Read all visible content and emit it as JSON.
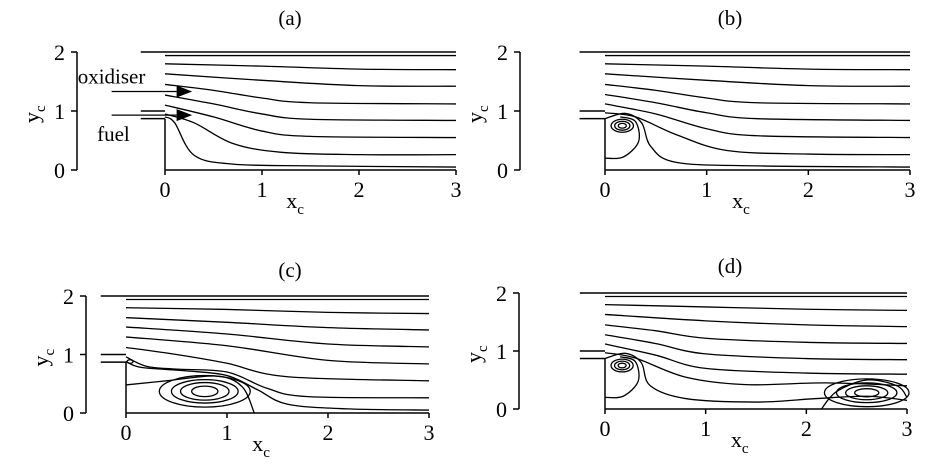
{
  "chart_data": [
    {
      "type": "streamline",
      "title": "(a)",
      "xlabel": "x",
      "xlabel_sub": "c",
      "ylabel": "y",
      "ylabel_sub": "c",
      "xticks": [
        "0",
        "1",
        "2",
        "3"
      ],
      "yticks": [
        "0",
        "1",
        "2"
      ],
      "xlim": [
        0,
        3
      ],
      "ylim": [
        0,
        2
      ],
      "annotations": [
        {
          "text": "oxidiser",
          "y": 1.33
        },
        {
          "text": "fuel",
          "y": 0.93
        }
      ],
      "streamlines": [
        [
          [
            0,
            1.94
          ],
          [
            3,
            1.94
          ]
        ],
        [
          [
            0,
            1.8
          ],
          [
            1,
            1.76
          ],
          [
            2,
            1.71
          ],
          [
            3,
            1.7
          ]
        ],
        [
          [
            0,
            1.63
          ],
          [
            1,
            1.52
          ],
          [
            2,
            1.43
          ],
          [
            3,
            1.42
          ]
        ],
        [
          [
            0,
            1.45
          ],
          [
            0.5,
            1.35
          ],
          [
            1,
            1.22
          ],
          [
            1.5,
            1.14
          ],
          [
            3,
            1.12
          ]
        ],
        [
          [
            0,
            1.27
          ],
          [
            0.5,
            1.12
          ],
          [
            1,
            0.95
          ],
          [
            1.5,
            0.86
          ],
          [
            3,
            0.84
          ]
        ],
        [
          [
            0,
            1.1
          ],
          [
            0.5,
            0.9
          ],
          [
            1,
            0.66
          ],
          [
            1.5,
            0.57
          ],
          [
            3,
            0.55
          ]
        ],
        [
          [
            0,
            0.95
          ],
          [
            0.3,
            0.8
          ],
          [
            0.7,
            0.45
          ],
          [
            1.2,
            0.3
          ],
          [
            2,
            0.26
          ],
          [
            3,
            0.26
          ]
        ],
        [
          [
            0,
            0.9
          ],
          [
            0.1,
            0.8
          ],
          [
            0.3,
            0.25
          ],
          [
            0.7,
            0.1
          ],
          [
            1.5,
            0.07
          ],
          [
            3,
            0.05
          ]
        ]
      ],
      "vortices": []
    },
    {
      "type": "streamline",
      "title": "(b)",
      "xlabel": "x",
      "xlabel_sub": "c",
      "ylabel": "y",
      "ylabel_sub": "c",
      "xticks": [
        "0",
        "1",
        "2",
        "3"
      ],
      "yticks": [
        "0",
        "1",
        "2"
      ],
      "xlim": [
        0,
        3
      ],
      "ylim": [
        0,
        2
      ],
      "annotations": [],
      "streamlines": [
        [
          [
            0,
            1.94
          ],
          [
            3,
            1.94
          ]
        ],
        [
          [
            0,
            1.8
          ],
          [
            1,
            1.76
          ],
          [
            2,
            1.71
          ],
          [
            3,
            1.7
          ]
        ],
        [
          [
            0,
            1.63
          ],
          [
            1,
            1.52
          ],
          [
            2,
            1.43
          ],
          [
            3,
            1.42
          ]
        ],
        [
          [
            0,
            1.45
          ],
          [
            0.5,
            1.35
          ],
          [
            1,
            1.22
          ],
          [
            1.5,
            1.14
          ],
          [
            3,
            1.12
          ]
        ],
        [
          [
            0,
            1.28
          ],
          [
            0.5,
            1.14
          ],
          [
            1,
            0.97
          ],
          [
            1.5,
            0.87
          ],
          [
            3,
            0.84
          ]
        ],
        [
          [
            0,
            1.12
          ],
          [
            0.5,
            0.95
          ],
          [
            1,
            0.7
          ],
          [
            1.5,
            0.58
          ],
          [
            3,
            0.55
          ]
        ],
        [
          [
            0,
            0.97
          ],
          [
            0.3,
            0.9
          ],
          [
            0.7,
            0.6
          ],
          [
            1.2,
            0.33
          ],
          [
            2,
            0.27
          ],
          [
            3,
            0.26
          ]
        ],
        [
          [
            0,
            0.87
          ],
          [
            0.2,
            0.96
          ],
          [
            0.36,
            0.8
          ],
          [
            0.45,
            0.4
          ],
          [
            0.7,
            0.13
          ],
          [
            1.5,
            0.07
          ],
          [
            3,
            0.05
          ]
        ],
        [
          [
            0,
            0.2
          ],
          [
            0.18,
            0.22
          ],
          [
            0.33,
            0.48
          ],
          [
            0.3,
            0.82
          ],
          [
            0.15,
            0.9
          ]
        ]
      ],
      "vortices": [
        {
          "cx": 0.17,
          "cy": 0.75,
          "rx": [
            0.11,
            0.075,
            0.04
          ],
          "ry": [
            0.11,
            0.075,
            0.04
          ]
        }
      ]
    },
    {
      "type": "streamline",
      "title": "(c)",
      "xlabel": "x",
      "xlabel_sub": "c",
      "ylabel": "y",
      "ylabel_sub": "c",
      "xticks": [
        "0",
        "1",
        "2",
        "3"
      ],
      "yticks": [
        "0",
        "1",
        "2"
      ],
      "xlim": [
        0,
        3
      ],
      "ylim": [
        0,
        2
      ],
      "annotations": [],
      "streamlines": [
        [
          [
            0,
            1.94
          ],
          [
            3,
            1.94
          ]
        ],
        [
          [
            0,
            1.8
          ],
          [
            1,
            1.77
          ],
          [
            2,
            1.72
          ],
          [
            3,
            1.7
          ]
        ],
        [
          [
            0,
            1.63
          ],
          [
            1,
            1.55
          ],
          [
            2,
            1.46
          ],
          [
            3,
            1.42
          ]
        ],
        [
          [
            0,
            1.47
          ],
          [
            1,
            1.35
          ],
          [
            2,
            1.18
          ],
          [
            3,
            1.13
          ]
        ],
        [
          [
            0,
            1.3
          ],
          [
            1,
            1.15
          ],
          [
            2,
            0.9
          ],
          [
            3,
            0.84
          ]
        ],
        [
          [
            0,
            1.12
          ],
          [
            0.5,
            1.0
          ],
          [
            1,
            0.85
          ],
          [
            1.6,
            0.62
          ],
          [
            3,
            0.55
          ]
        ],
        [
          [
            0,
            0.96
          ],
          [
            0.2,
            0.8
          ],
          [
            0.5,
            0.75
          ],
          [
            1.0,
            0.7
          ],
          [
            1.4,
            0.42
          ],
          [
            1.8,
            0.28
          ],
          [
            3,
            0.26
          ]
        ],
        [
          [
            0,
            0.88
          ],
          [
            0.15,
            0.78
          ],
          [
            0.6,
            0.72
          ],
          [
            1.0,
            0.64
          ],
          [
            1.3,
            0.4
          ],
          [
            1.6,
            0.15
          ],
          [
            2.2,
            0.07
          ],
          [
            3,
            0.05
          ]
        ],
        [
          [
            0,
            0.48
          ],
          [
            0.4,
            0.55
          ],
          [
            0.9,
            0.63
          ],
          [
            1.15,
            0.45
          ],
          [
            1.27,
            0
          ]
        ]
      ],
      "vortices": [
        {
          "cx": 0.78,
          "cy": 0.37,
          "rx": [
            0.45,
            0.33,
            0.24,
            0.13
          ],
          "ry": [
            0.27,
            0.2,
            0.15,
            0.09
          ]
        },
        {
          "cx": 0.04,
          "cy": 0.88,
          "rx": [
            0.03
          ],
          "ry": [
            0.03
          ]
        }
      ]
    },
    {
      "type": "streamline",
      "title": "(d)",
      "xlabel": "x",
      "xlabel_sub": "c",
      "ylabel": "y",
      "ylabel_sub": "c",
      "xticks": [
        "0",
        "1",
        "2",
        "3"
      ],
      "yticks": [
        "0",
        "1",
        "2"
      ],
      "xlim": [
        0,
        3
      ],
      "ylim": [
        0,
        2
      ],
      "annotations": [],
      "streamlines": [
        [
          [
            0,
            1.94
          ],
          [
            3,
            1.94
          ]
        ],
        [
          [
            0,
            1.8
          ],
          [
            1,
            1.76
          ],
          [
            2,
            1.72
          ],
          [
            3,
            1.7
          ]
        ],
        [
          [
            0,
            1.63
          ],
          [
            1,
            1.52
          ],
          [
            2,
            1.45
          ],
          [
            3,
            1.42
          ]
        ],
        [
          [
            0,
            1.45
          ],
          [
            0.5,
            1.35
          ],
          [
            1,
            1.22
          ],
          [
            2,
            1.15
          ],
          [
            3,
            1.13
          ]
        ],
        [
          [
            0,
            1.28
          ],
          [
            0.5,
            1.13
          ],
          [
            1,
            0.95
          ],
          [
            2,
            0.87
          ],
          [
            3,
            0.85
          ]
        ],
        [
          [
            0,
            1.12
          ],
          [
            0.5,
            0.93
          ],
          [
            1,
            0.7
          ],
          [
            2,
            0.62
          ],
          [
            3,
            0.6
          ]
        ],
        [
          [
            0,
            0.97
          ],
          [
            0.3,
            0.88
          ],
          [
            0.8,
            0.55
          ],
          [
            1.4,
            0.42
          ],
          [
            2.2,
            0.45
          ],
          [
            3,
            0.4
          ]
        ],
        [
          [
            0,
            0.87
          ],
          [
            0.2,
            0.96
          ],
          [
            0.36,
            0.8
          ],
          [
            0.45,
            0.4
          ],
          [
            0.8,
            0.18
          ],
          [
            1.5,
            0.12
          ],
          [
            2.1,
            0.18
          ],
          [
            2.6,
            0.22
          ],
          [
            3,
            0.15
          ]
        ],
        [
          [
            0,
            0.2
          ],
          [
            0.18,
            0.22
          ],
          [
            0.33,
            0.48
          ],
          [
            0.3,
            0.82
          ],
          [
            0.15,
            0.9
          ]
        ],
        [
          [
            2.15,
            0
          ],
          [
            2.3,
            0.3
          ],
          [
            2.6,
            0.5
          ],
          [
            2.9,
            0.4
          ],
          [
            3,
            0.2
          ]
        ]
      ],
      "vortices": [
        {
          "cx": 0.17,
          "cy": 0.75,
          "rx": [
            0.11,
            0.075,
            0.04
          ],
          "ry": [
            0.11,
            0.075,
            0.04
          ]
        },
        {
          "cx": 2.6,
          "cy": 0.28,
          "rx": [
            0.42,
            0.3,
            0.21,
            0.12
          ],
          "ry": [
            0.24,
            0.17,
            0.12,
            0.07
          ]
        }
      ]
    }
  ]
}
